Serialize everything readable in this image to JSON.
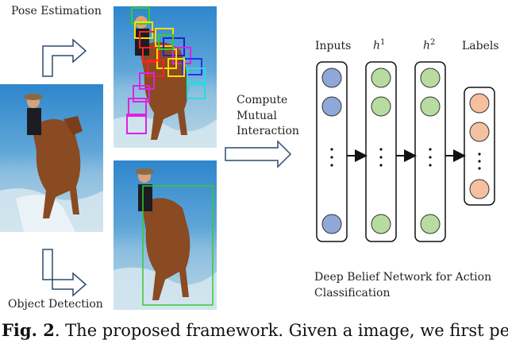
{
  "labels": {
    "pose_estimation": "Pose Estimation",
    "object_detection": "Object Detection",
    "compute_line1": "Compute",
    "compute_line2": "Mutual",
    "compute_line3": "Interaction",
    "inputs": "Inputs",
    "h1_base": "h",
    "h1_sup": "1",
    "h2_base": "h",
    "h2_sup": "2",
    "labels_col": "Labels",
    "dbn_line1": "Deep Belief Network for Action",
    "dbn_line2": "Classification"
  },
  "caption": {
    "fig": "Fig. 2",
    "text": ". The proposed framework. Given a image, we first per-"
  },
  "colors": {
    "input_node": "#8fa8d8",
    "hidden_node": "#b8dca0",
    "label_node": "#f5c0a0",
    "sky": "#3d8fd0",
    "water": "#9fc4dc"
  }
}
